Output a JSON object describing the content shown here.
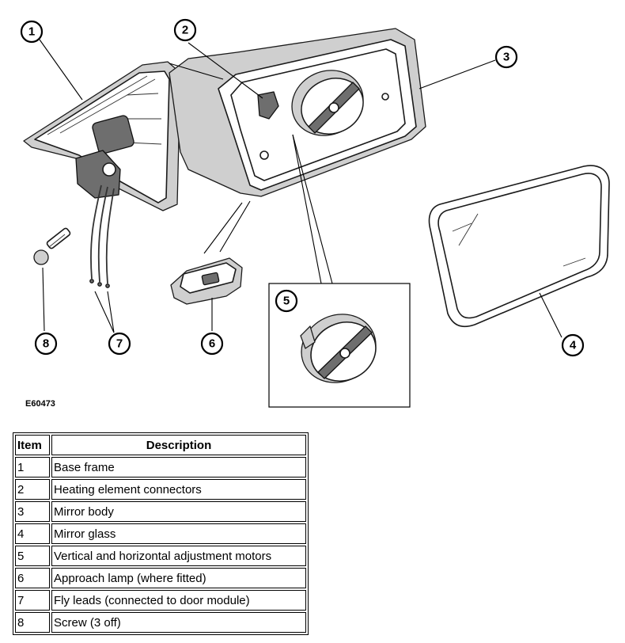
{
  "figure_id": "E60473",
  "callouts": [
    "1",
    "2",
    "3",
    "4",
    "5",
    "6",
    "7",
    "8"
  ],
  "legend": {
    "headers": {
      "item": "Item",
      "description": "Description"
    },
    "rows": [
      {
        "item": "1",
        "description": "Base frame"
      },
      {
        "item": "2",
        "description": "Heating element connectors"
      },
      {
        "item": "3",
        "description": "Mirror body"
      },
      {
        "item": "4",
        "description": "Mirror glass"
      },
      {
        "item": "5",
        "description": "Vertical and horizontal adjustment motors"
      },
      {
        "item": "6",
        "description": "Approach lamp (where fitted)"
      },
      {
        "item": "7",
        "description": "Fly leads (connected to door module)"
      },
      {
        "item": "8",
        "description": "Screw (3 off)"
      }
    ]
  },
  "colors": {
    "ink": "#000000",
    "shade": "#cfcfcf",
    "dark": "#6e6e6e",
    "background": "#ffffff"
  }
}
